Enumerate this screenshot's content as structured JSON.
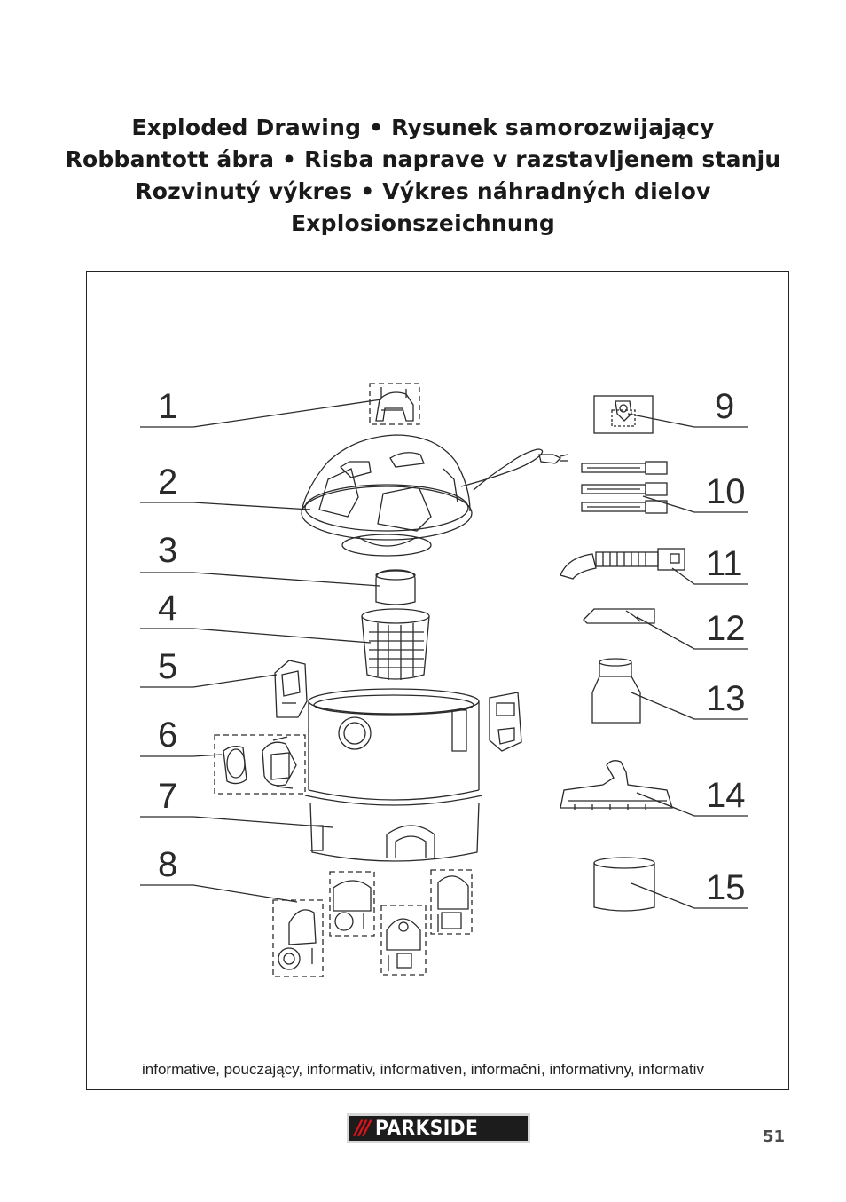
{
  "title": {
    "lines": [
      "Exploded Drawing • Rysunek samorozwijający",
      "Robbantott ábra • Risba naprave v razstavljenem stanju",
      "Rozvinutý výkres • Výkres náhradných dielov",
      "Explosionszeichnung"
    ]
  },
  "drawing": {
    "callouts": [
      "1",
      "2",
      "3",
      "4",
      "5",
      "6",
      "7",
      "8",
      "9",
      "10",
      "11",
      "12",
      "13",
      "14",
      "15"
    ]
  },
  "caption": "informative, pouczający, informatív, informativen, informační, informatívny, informativ",
  "footer": {
    "logo_slashes": "///",
    "logo_text": "PARKSIDE",
    "page_number": "51"
  },
  "colors": {
    "logo_red": "#e2121a",
    "logo_dark": "#1c1c1c",
    "line_art": "#2a2a2a"
  }
}
